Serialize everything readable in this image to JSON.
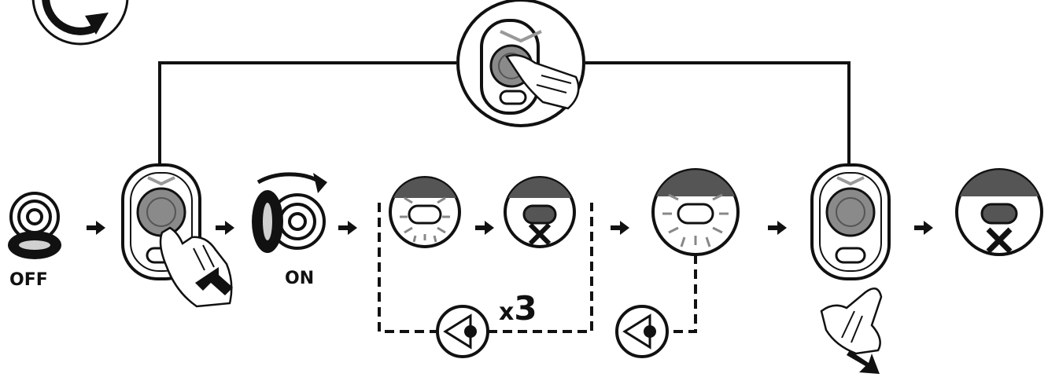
{
  "labels": {
    "off": "OFF",
    "on": "ON",
    "repeat_prefix": "x",
    "repeat_count": "3"
  },
  "icons": [
    "rotate-arrow-icon",
    "fob-press-center-icon",
    "ignition-key-off-icon",
    "fob-thumb-press-icon",
    "ignition-key-on-icon",
    "led-flashing-icon",
    "led-off-icon",
    "led-lit-icon",
    "fob-release-icon",
    "eye-observe-icon",
    "arrow-right-icon"
  ],
  "colors": {
    "ink": "#111111",
    "button_gray": "#8a8a8a",
    "dark_gray": "#5a5a5a",
    "light_gray": "#c8c8c8"
  }
}
